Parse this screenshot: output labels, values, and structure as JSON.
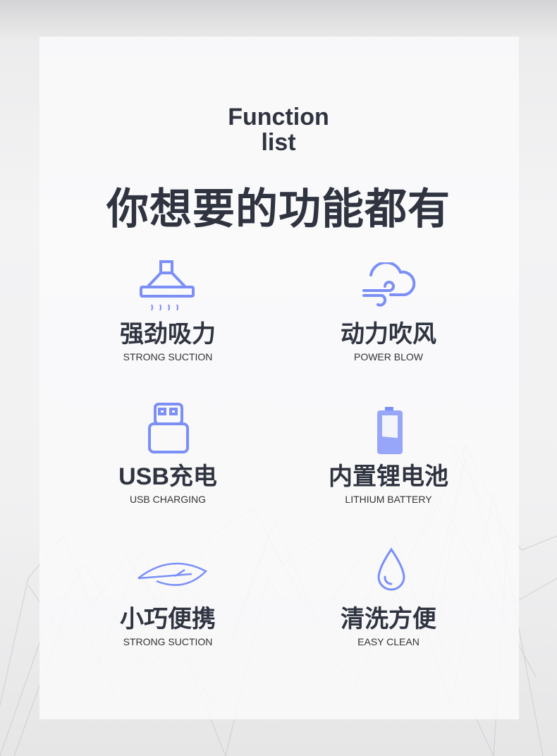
{
  "header": {
    "title_line1": "Function",
    "title_line2": "list",
    "subtitle": "你想要的功能都有"
  },
  "accent_color": "#7b8ff7",
  "features": [
    {
      "icon": "range-hood-icon",
      "zh": "强劲吸力",
      "en": "STRONG SUCTION"
    },
    {
      "icon": "wind-cloud-icon",
      "zh": "动力吹风",
      "en": "POWER BLOW"
    },
    {
      "icon": "usb-icon",
      "zh": "USB充电",
      "en": "USB CHARGING"
    },
    {
      "icon": "battery-icon",
      "zh": "内置锂电池",
      "en": "LITHIUM BATTERY"
    },
    {
      "icon": "feather-icon",
      "zh": "小巧便携",
      "en": "STRONG SUCTION"
    },
    {
      "icon": "water-drop-icon",
      "zh": "清洗方便",
      "en": "EASY CLEAN"
    }
  ]
}
